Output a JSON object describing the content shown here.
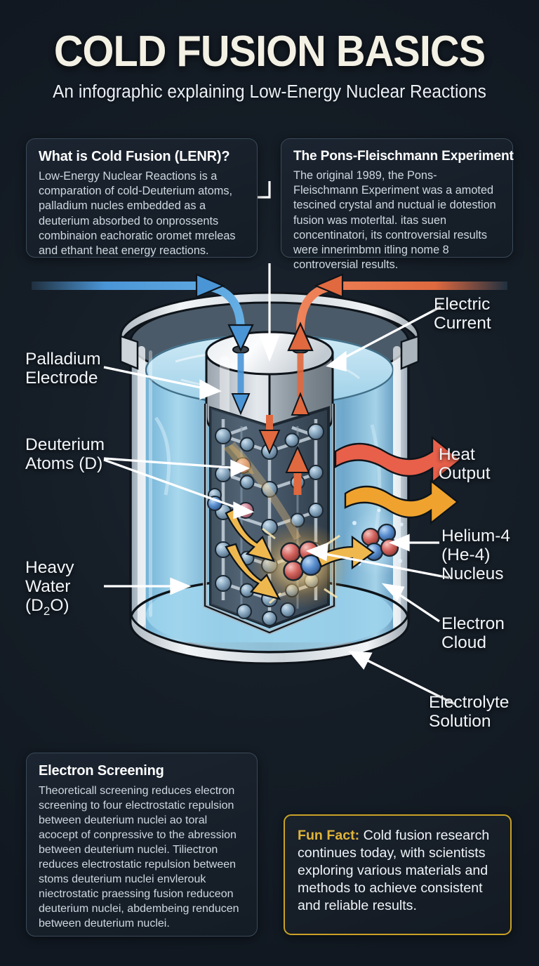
{
  "header": {
    "title": "COLD FUSION BASICS",
    "subtitle": "An infographic explaining Low-Energy Nuclear Reactions"
  },
  "panels": {
    "lenr": {
      "heading": "What is Cold Fusion (LENR)?",
      "body": "Low-Energy Nuclear Reactions is a comparation of cold-Deuterium atoms, palladium nucles embedded as a deuterium absorbed to onprossents combinaion eachoratic oromet mreleas and ethant heat energy reactions."
    },
    "pons": {
      "heading": "The Pons-Fleischmann Experiment",
      "body": "The original 1989, the Pons-Fleischmann Experiment was a amoted tescined crystal and nuctual ie dotestion fusion was moterltal. itas suen concentinatori, its controversial results were innerimbmn itling nome 8 controversial results."
    },
    "screening": {
      "heading": "Electron Screening",
      "body": "Theoreticall screening reduces electron screening to four electrostatic repulsion between deuterium nuclei ao toral acocept of conpressive to the abression between deuterium nuclei. Tiliectron reduces electrostatic repulsion between stoms deuterium nuclei envlerouk niectrostatic praessing fusion reduceon deuterium nuclei, abdembeing renducen between deuterium nuclei."
    },
    "fun_fact": {
      "label": "Fun Fact:",
      "body": " Cold fusion research continues today, with scientists exploring various materials and methods to achieve consistent and reliable results."
    }
  },
  "callouts": {
    "palladium_electrode": "Palladium\nElectrode",
    "deuterium_atoms": "Deuterium\nAtoms (D)",
    "heavy_water_line1": "Heavy\nWater",
    "heavy_water_line2a": "(D",
    "heavy_water_sub": "2",
    "heavy_water_line2b": "O)",
    "electric_current": "Electric\nCurrent",
    "heat_output": "Heat\nOutput",
    "helium_nucleus": "Helium-4\n(He-4)\nNucleus",
    "electron_cloud": "Electron\nCloud",
    "electrolyte_solution": "Electrolyte\nSolution"
  },
  "colors": {
    "background": "#151d26",
    "panel_border": "#3a4a5a",
    "gold_accent": "#c9a227",
    "gold_text": "#e0b43a",
    "current_in_blue": "#4a95d6",
    "current_out_red": "#e0693f",
    "heat_red": "#e8604a",
    "heat_orange": "#efa32e",
    "electrolyte_blue": "#8ecbe8",
    "metal_grey": "#c8ced4",
    "deuterium_pink": "#d48a9a",
    "nucleon_blue": "#5b8fd0",
    "nucleon_red": "#d4655f",
    "title_cream": "#f3f0e4"
  }
}
